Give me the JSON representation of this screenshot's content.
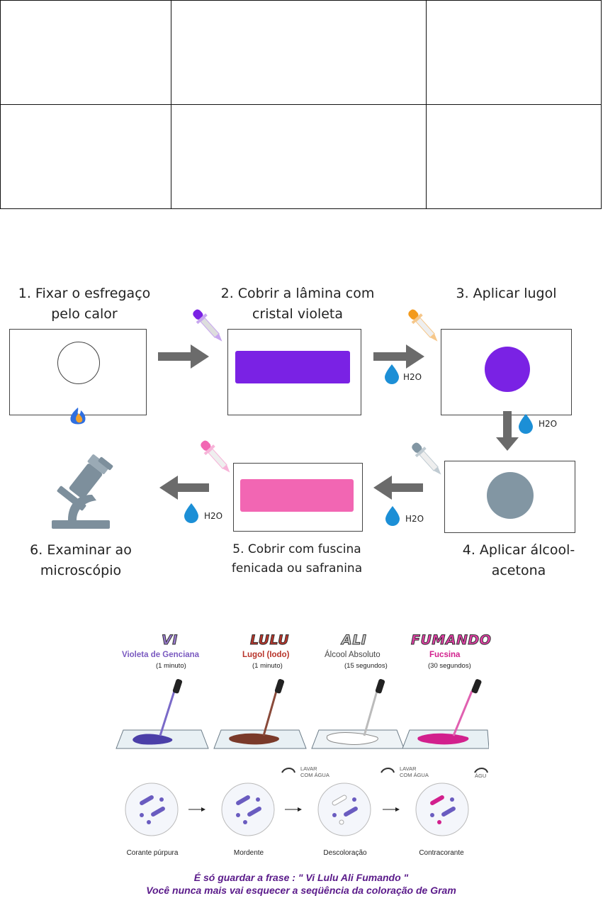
{
  "table": {
    "rows": 2,
    "cols": 3
  },
  "diagram": {
    "steps": {
      "s1": [
        "1. Fixar o esfregaço",
        "pelo calor"
      ],
      "s2": [
        "2. Cobrir a lâmina com",
        "cristal violeta"
      ],
      "s3": [
        "3. Aplicar lugol"
      ],
      "s4": [
        "4. Aplicar álcool-",
        "acetona"
      ],
      "s5": [
        "5. Cobrir com fuscina",
        "fenicada ou safranina"
      ],
      "s6": [
        "6. Examinar ao",
        "microscópio"
      ]
    },
    "water_label": "H2O",
    "colors": {
      "violet": "#7a22e4",
      "orange": "#f39a1c",
      "gray": "#8296a3",
      "pink": "#f266b3",
      "arrow": "#6b6b6b",
      "drop": "#1c8fd6"
    }
  },
  "gram": {
    "titles": [
      {
        "word": "VI",
        "reagent": "Violeta de Genciana",
        "time": "(1 minuto)",
        "color": "#9a7ad0"
      },
      {
        "word": "LULU",
        "reagent": "Lugol (Iodo)",
        "time": "(1 minuto)",
        "color": "#b8342a"
      },
      {
        "word": "ALI",
        "reagent": "Álcool Absoluto",
        "time": "(15 segundos)",
        "color": "#c9c9c9"
      },
      {
        "word": "FUMANDO",
        "reagent": "Fucsina",
        "time": "(30 segundos)",
        "color": "#e23fa6"
      }
    ],
    "reagent_colors": [
      "#4a3fa8",
      "#b8342a",
      "#444444",
      "#d2208d"
    ],
    "captions": [
      "Corante púrpura",
      "Mordente",
      "Descoloração",
      "Contracorante"
    ],
    "wash": [
      "LAVAR",
      "COM ÁGUA"
    ],
    "wash_cut": "ÁGU",
    "phrase1": "É só guardar a frase : \" Vi Lulu Ali Fumando \"",
    "phrase2": "Você nunca mais vai esquecer a seqüência da coloração de Gram"
  }
}
